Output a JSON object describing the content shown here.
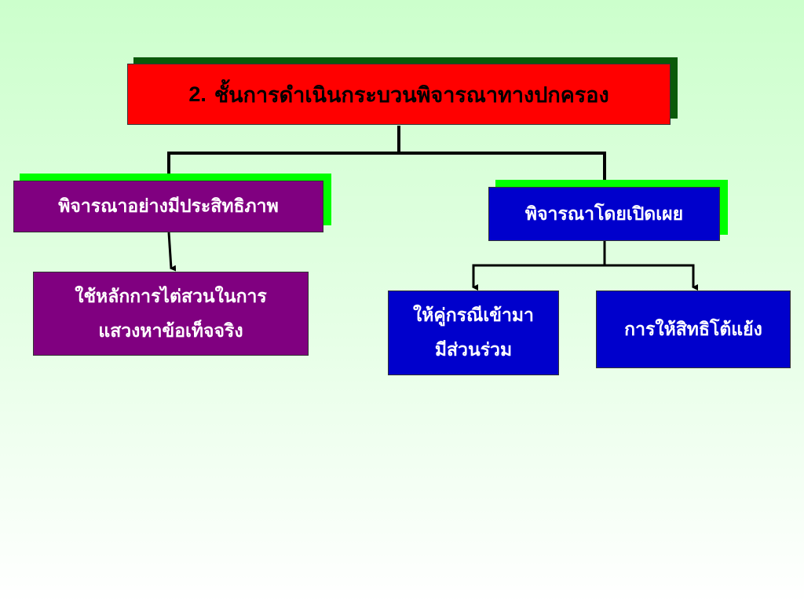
{
  "colors": {
    "root_fill": "#ff0000",
    "root_shadow": "#0a5a0a",
    "purple_fill": "#800080",
    "blue_fill": "#0000cc",
    "bright_shadow": "#00ff00",
    "connector": "#000000"
  },
  "root": {
    "number": "2.",
    "title": "ชั้นการดำเนินกระบวนพิจารณาทางปกครอง"
  },
  "left": {
    "title": "พิจารณาอย่างมีประสิทธิภาพ",
    "children": [
      {
        "line1": "ใช้หลักการไต่สวนในการ",
        "line2": "แสวงหาข้อเท็จจริง"
      }
    ]
  },
  "right": {
    "title": "พิจารณาโดยเปิดเผย",
    "children": [
      {
        "line1": "ให้คู่กรณีเข้ามา",
        "line2": "มีส่วนร่วม"
      },
      {
        "line1": "การให้สิทธิโต้แย้ง"
      }
    ]
  }
}
